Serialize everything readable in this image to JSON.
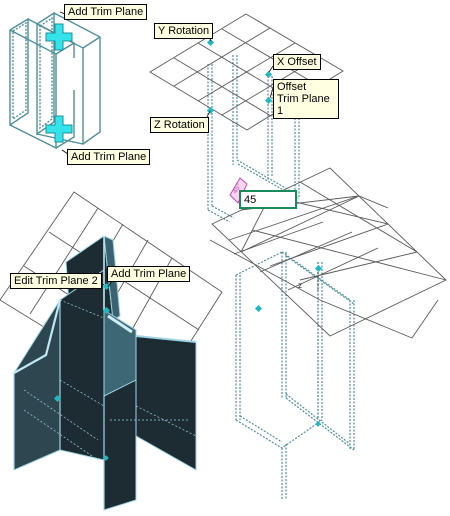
{
  "labels": {
    "add_trim_plane_top": "Add Trim Plane",
    "add_trim_plane_bottom": "Add Trim Plane",
    "y_rotation": "Y Rotation",
    "x_offset": "X Offset",
    "offset_trim_plane_1_line1": "Offset",
    "offset_trim_plane_1_line2": "Trim Plane 1",
    "z_rotation": "Z Rotation",
    "edit_trim_plane_2": "Edit Trim Plane 2",
    "add_trim_plane_solid": "Add Trim Plane"
  },
  "angle_input": {
    "value": "45",
    "angle_tag": "45°"
  },
  "axis_label": "z",
  "colors": {
    "wire": "#4f8f9a",
    "grid": "#5a5a5a",
    "solid_dark": "#1d2c33",
    "solid_mid": "#2e4650",
    "solid_light": "#9fd4e4",
    "handle": "#23b7c2",
    "plus": "#35e3ea",
    "tooltip_bg": "#ffffe1",
    "input_border": "#1a8a5a",
    "angle_tag": "#c24fb0"
  }
}
